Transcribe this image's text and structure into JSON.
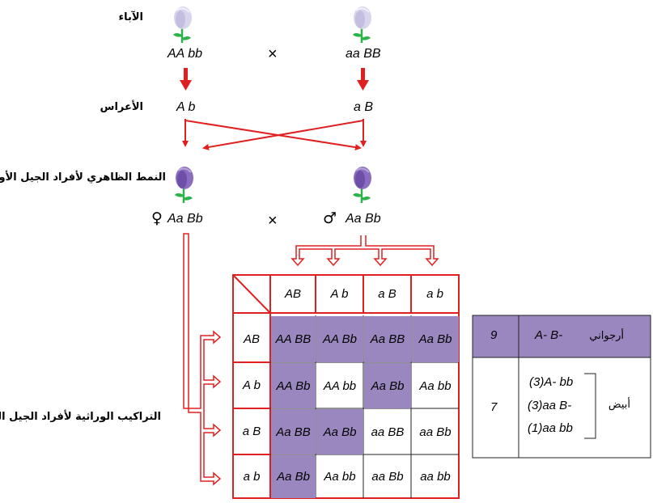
{
  "labels": {
    "parents": "الآباء",
    "gametes": "الأعراس",
    "f1_phenotype": "النمط الظاهري لأفراد الجيل الأول",
    "f2_genotypes": "التراكيب الوراثية لأفراد الجيل الثاني"
  },
  "parents": {
    "left": "AA bb",
    "right": "aa BB",
    "cross": "×"
  },
  "gametes": {
    "left": "A b",
    "right": "a B"
  },
  "f1": {
    "left": "Aa Bb",
    "right": "Aa Bb",
    "cross": "×",
    "female_symbol": "♀",
    "male_symbol": "♂"
  },
  "colors": {
    "arrow_red": "#e02020",
    "purple_cell": "#9b87bf",
    "flower_white": "#d8d4ec",
    "flower_purple": "#8a6cc0",
    "stem_green": "#2db34a"
  },
  "punnett": {
    "col_headers": [
      "AB",
      "A b",
      "a B",
      "a b"
    ],
    "row_headers": [
      "AB",
      "A b",
      "a B",
      "a b"
    ],
    "cells": [
      [
        {
          "t": "AA BB",
          "p": true
        },
        {
          "t": "AA Bb",
          "p": true
        },
        {
          "t": "Aa BB",
          "p": true
        },
        {
          "t": "Aa Bb",
          "p": true
        }
      ],
      [
        {
          "t": "AA Bb",
          "p": true
        },
        {
          "t": "AA bb",
          "p": false
        },
        {
          "t": "Aa Bb",
          "p": true
        },
        {
          "t": "Aa bb",
          "p": false
        }
      ],
      [
        {
          "t": "Aa BB",
          "p": true
        },
        {
          "t": "Aa Bb",
          "p": true
        },
        {
          "t": "aa BB",
          "p": false
        },
        {
          "t": "aa Bb",
          "p": false
        }
      ],
      [
        {
          "t": "Aa Bb",
          "p": true
        },
        {
          "t": "Aa bb",
          "p": false
        },
        {
          "t": "aa Bb",
          "p": false
        },
        {
          "t": "aa bb",
          "p": false
        }
      ]
    ]
  },
  "ratio": {
    "purple_count": "9",
    "purple_geno": "A- B-",
    "purple_label": "أرجواني",
    "white_count": "7",
    "white_label": "أبيض",
    "white_lines": [
      "(3)A- bb",
      "(3)aa  B-",
      "(1)aa  bb"
    ]
  }
}
